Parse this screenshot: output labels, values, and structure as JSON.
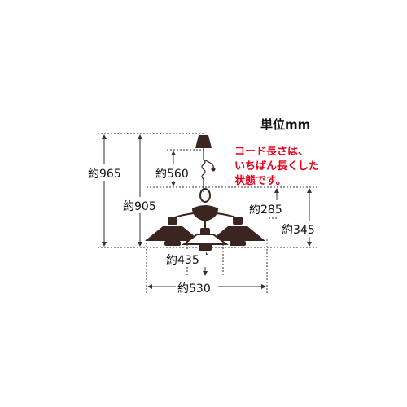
{
  "unit_label": "単位mm",
  "note": {
    "lines": [
      "コード長さは、",
      "いちばん長くした",
      "状態です。"
    ],
    "color": "#e5001c"
  },
  "dimensions": {
    "overall_height": "約965",
    "cord_length": "約560",
    "body_height": "約905",
    "fixture_height": "約345",
    "shade_to_bottom": "約285",
    "shade_diameter": "約435",
    "total_width": "約530"
  },
  "colors": {
    "fixture": "#3a2520",
    "line": "#333333",
    "text": "#111111"
  }
}
